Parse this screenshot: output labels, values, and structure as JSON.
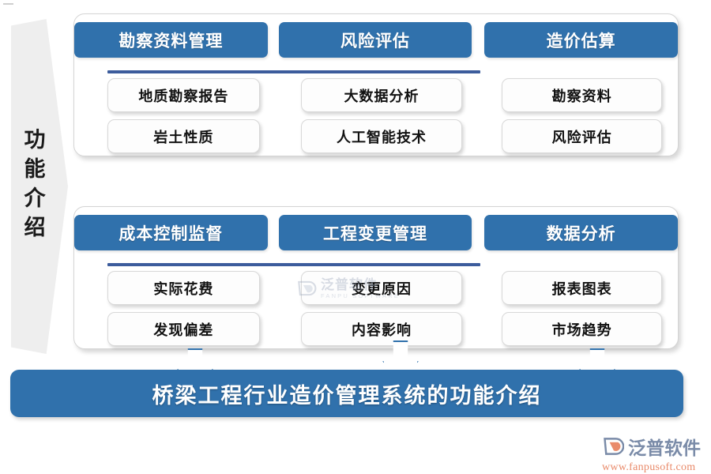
{
  "diagram": {
    "side_banner": {
      "label": "功能介绍",
      "icon": "chevron-right-banner",
      "color": "#EEEEEE"
    },
    "colors": {
      "accent_blue": "#3071AC",
      "rule_blue": "#3C5C9C",
      "card_bg": "#FFFFFF",
      "item_bg": "#FDFDFD",
      "logo_orange": "#E98A6A"
    },
    "groups": [
      {
        "columns": [
          {
            "header": "勘察资料管理",
            "items": [
              "地质勘察报告",
              "岩土性质"
            ]
          },
          {
            "header": "风险评估",
            "items": [
              "大数据分析",
              "人工智能技术"
            ]
          },
          {
            "header": "造价估算",
            "items": [
              "勘察资料",
              "风险评估"
            ]
          }
        ]
      },
      {
        "columns": [
          {
            "header": "成本控制监督",
            "items": [
              "实际花费",
              "发现偏差"
            ]
          },
          {
            "header": "工程变更管理",
            "items": [
              "变更原因",
              "内容影响"
            ]
          },
          {
            "header": "数据分析",
            "items": [
              "报表图表",
              "市场趋势"
            ]
          }
        ]
      }
    ],
    "arrows": [
      {
        "icon": "arrow-down-icon"
      },
      {
        "icon": "arrow-down-icon"
      },
      {
        "icon": "arrow-down-icon"
      }
    ],
    "bottom_banner": {
      "title": "桥梁工程行业造价管理系统的功能介绍"
    },
    "watermark_center": {
      "name_cn": "泛普软件",
      "name_en": "FANPU SOFTWARE",
      "icon": "fanpu-logo-icon"
    },
    "logo_bottom": {
      "name_cn": "泛普软件",
      "url": "www.fanpusoft.com",
      "icon": "fanpu-logo-icon"
    }
  }
}
